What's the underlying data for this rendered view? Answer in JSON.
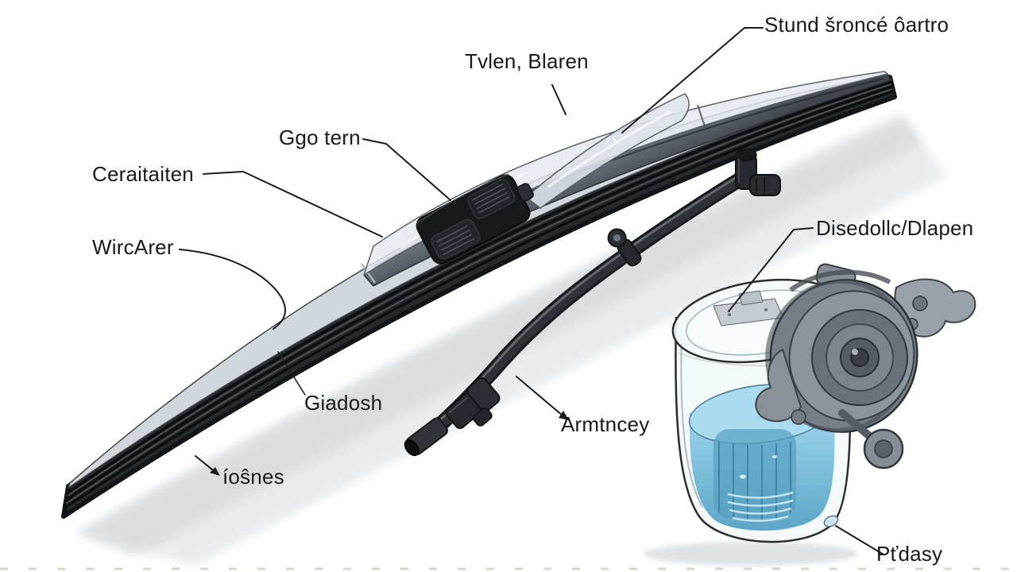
{
  "diagram": {
    "description": "Exploded parts diagram of windshield wiper system: wiper blade, washer hose, washer fluid reservoir with pump motor",
    "colors": {
      "background": "#ffffff",
      "leader_line": "#1b1b1b",
      "label_text": "#1a1a1a",
      "blade_rubber": "#26292d",
      "blade_frame_light": "#d2d7dc",
      "blade_cover_dark": "#4a4f56",
      "hose_black": "#2e3237",
      "reservoir_fluid_blue": "#7cc5e4",
      "pump_gray": "#8d949d"
    }
  },
  "labels": {
    "stund": {
      "text": "Stund šroncé ôartro"
    },
    "tvlen": {
      "text": "Tvlen, Blaren"
    },
    "ggo": {
      "text": "Ggo tern"
    },
    "ceraitaiten": {
      "text": "Ceraitaiten"
    },
    "wircarer": {
      "text": "WircArer"
    },
    "disedollc": {
      "text": "Disedollc/Dlapen"
    },
    "giadosh": {
      "text": "Giadosh"
    },
    "armtncey": {
      "text": "Armtncey"
    },
    "iosnes": {
      "text": "íoŝnes"
    },
    "ptdasy": {
      "text": "Pťdasy"
    }
  }
}
